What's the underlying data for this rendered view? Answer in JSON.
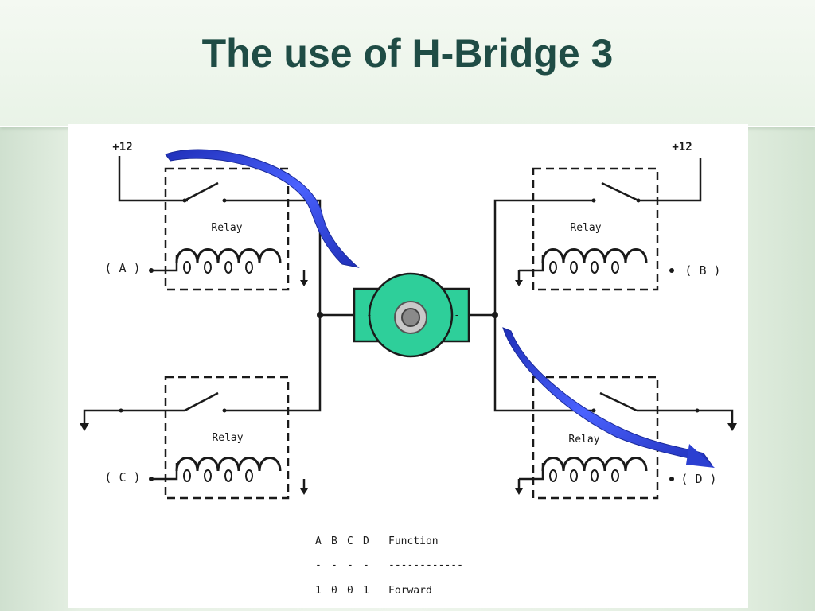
{
  "slide": {
    "title": "The use of H-Bridge 3"
  },
  "relays": {
    "a": {
      "label": "Relay",
      "input": "( A )",
      "supply": "+12"
    },
    "b": {
      "label": "Relay",
      "input": "( B )",
      "supply": "+12"
    },
    "c": {
      "label": "Relay",
      "input": "( C )"
    },
    "d": {
      "label": "Relay",
      "input": "( D )"
    }
  },
  "motor": {
    "minus": "-",
    "plus": "-"
  },
  "truth_table": {
    "headers": [
      "A",
      "B",
      "C",
      "D",
      "Function"
    ],
    "separator": [
      "-",
      "-",
      "-",
      "-",
      "------------"
    ],
    "rows": [
      [
        "1",
        "0",
        "0",
        "1",
        "Forward"
      ]
    ]
  },
  "colors": {
    "title": "#1f4c45",
    "wire": "#1a1a1a",
    "motor_body": "#2ecf9a",
    "arrow": "#2b3fd1"
  }
}
